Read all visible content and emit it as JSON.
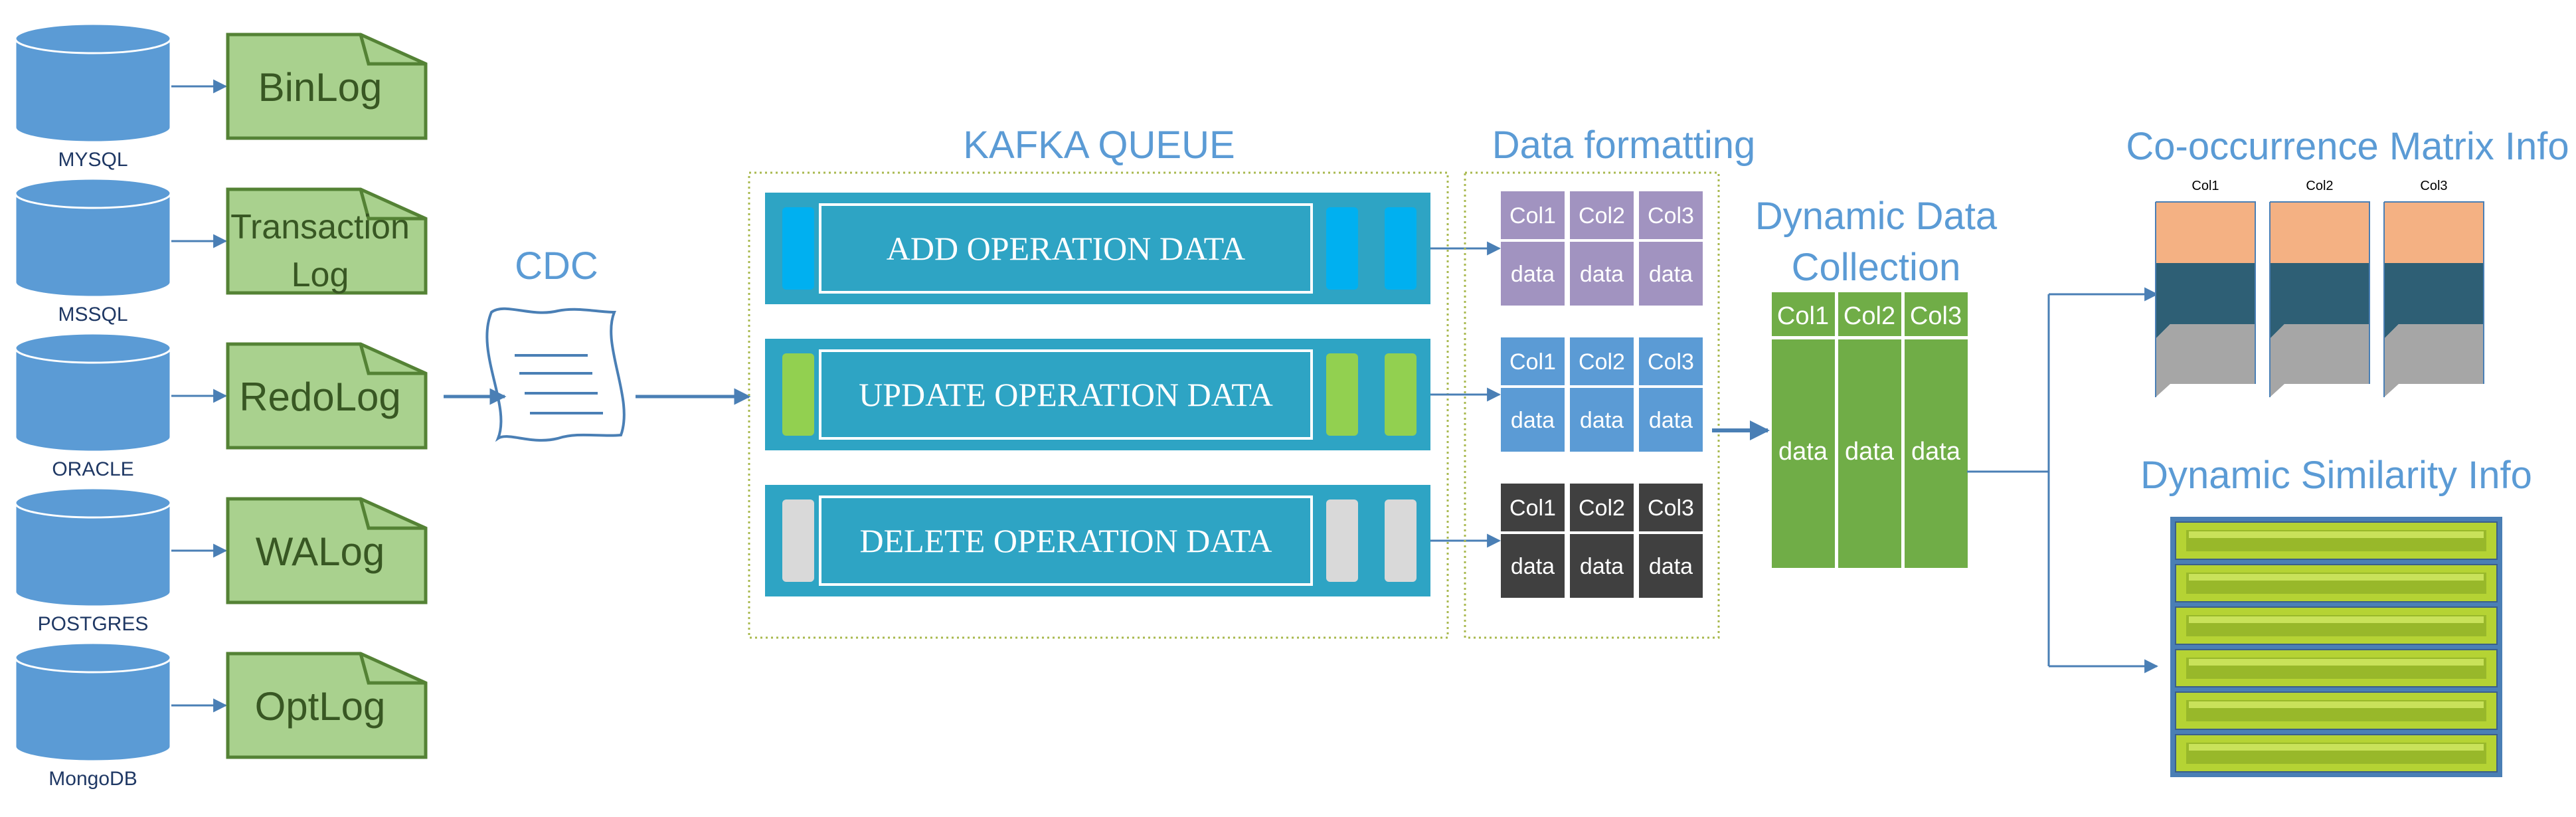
{
  "sources": [
    {
      "db": "MYSQL",
      "log": [
        "BinLog"
      ]
    },
    {
      "db": "MSSQL",
      "log": [
        "Transaction",
        "Log"
      ]
    },
    {
      "db": "ORACLE",
      "log": [
        "RedoLog"
      ]
    },
    {
      "db": "POSTGRES",
      "log": [
        "WALog"
      ]
    },
    {
      "db": "MongoDB",
      "log": [
        "OptLog"
      ]
    }
  ],
  "cdc": {
    "label": "CDC"
  },
  "kafka": {
    "title": "KAFKA QUEUE",
    "rows": [
      {
        "label": "ADD OPERATION DATA",
        "accent": "#00b0f0"
      },
      {
        "label": "UPDATE  OPERATION DATA",
        "accent": "#92d050"
      },
      {
        "label": "DELETE  OPERATION  DATA",
        "accent": "#d9d9d9"
      }
    ]
  },
  "formatting": {
    "title": "Data formatting",
    "columns": [
      "Col1",
      "Col2",
      "Col3"
    ],
    "cell_value": "data",
    "row_colors": [
      "#a193c0",
      "#5b9bd5",
      "#404040"
    ]
  },
  "collection": {
    "title": [
      "Dynamic Data",
      "Collection"
    ],
    "columns": [
      "Col1",
      "Col2",
      "Col3"
    ],
    "cell_value": "data",
    "color": "#70ad47"
  },
  "cooccurrence": {
    "title": "Co-occurrence Matrix Info",
    "columns": [
      "Col1",
      "Col2",
      "Col3"
    ]
  },
  "similarity": {
    "title": "Dynamic Similarity Info",
    "bar_count": 6
  },
  "colors": {
    "title_blue": "#5b9bd5",
    "db_blue": "#5b9bd5",
    "log_green": "#a9d18e",
    "log_text": "#385723",
    "kafka_teal": "#2ea4c4",
    "dotted_frame": "#a9b94f",
    "salmon": "#f4b183",
    "slate": "#2e5f75",
    "gray": "#a6a6a6",
    "lime": "#b5d334"
  }
}
